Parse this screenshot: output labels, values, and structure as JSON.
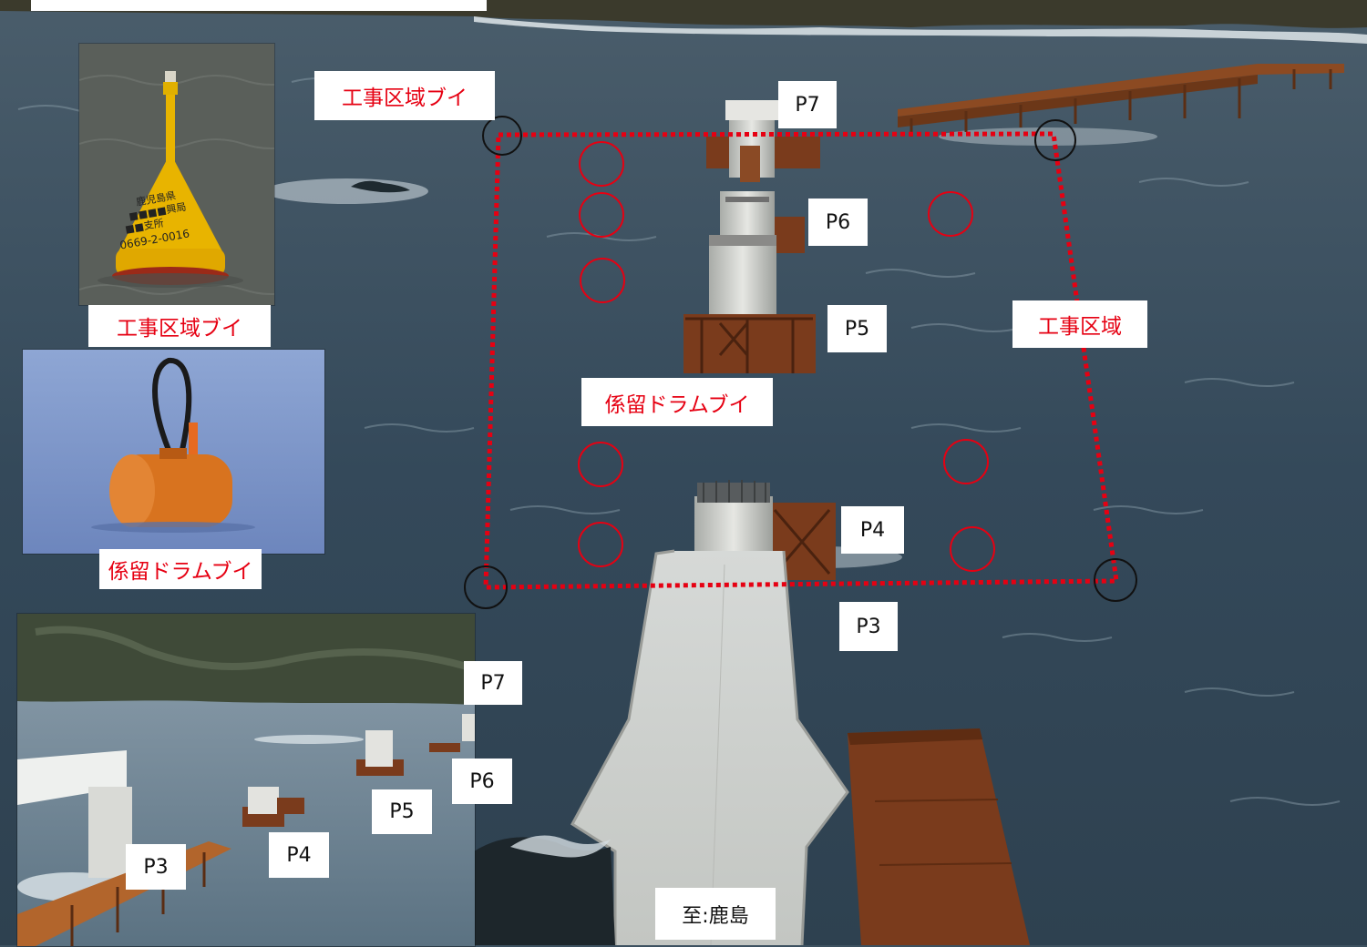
{
  "colors": {
    "sea": "#3d5160",
    "annotation_red": "#e60012",
    "buoy_yellow": "#e8b400",
    "drum_orange": "#d8731f",
    "rust": "#7a3b1c"
  },
  "labels": {
    "construction_buoy": "工事区域ブイ",
    "construction_area": "工事区域",
    "mooring_drum_buoy": "係留ドラムブイ",
    "to_kashima": "至:鹿島",
    "piers": {
      "p3": "P3",
      "p4": "P4",
      "p5": "P5",
      "p6": "P6",
      "p7": "P7"
    }
  },
  "insets": {
    "construction_buoy_caption": "工事区域ブイ",
    "mooring_drum_buoy_caption": "係留ドラムブイ",
    "buoy_markings": [
      "鹿児島県",
      "■■■■興局",
      "■■支所",
      "0669-2-0016"
    ],
    "side_view_piers": {
      "p3": "P3",
      "p4": "P4",
      "p5": "P5",
      "p6": "P6",
      "p7": "P7"
    }
  },
  "icons": {
    "corner_marker": "black-circle-icon",
    "drum_buoy_marker": "red-circle-icon"
  }
}
